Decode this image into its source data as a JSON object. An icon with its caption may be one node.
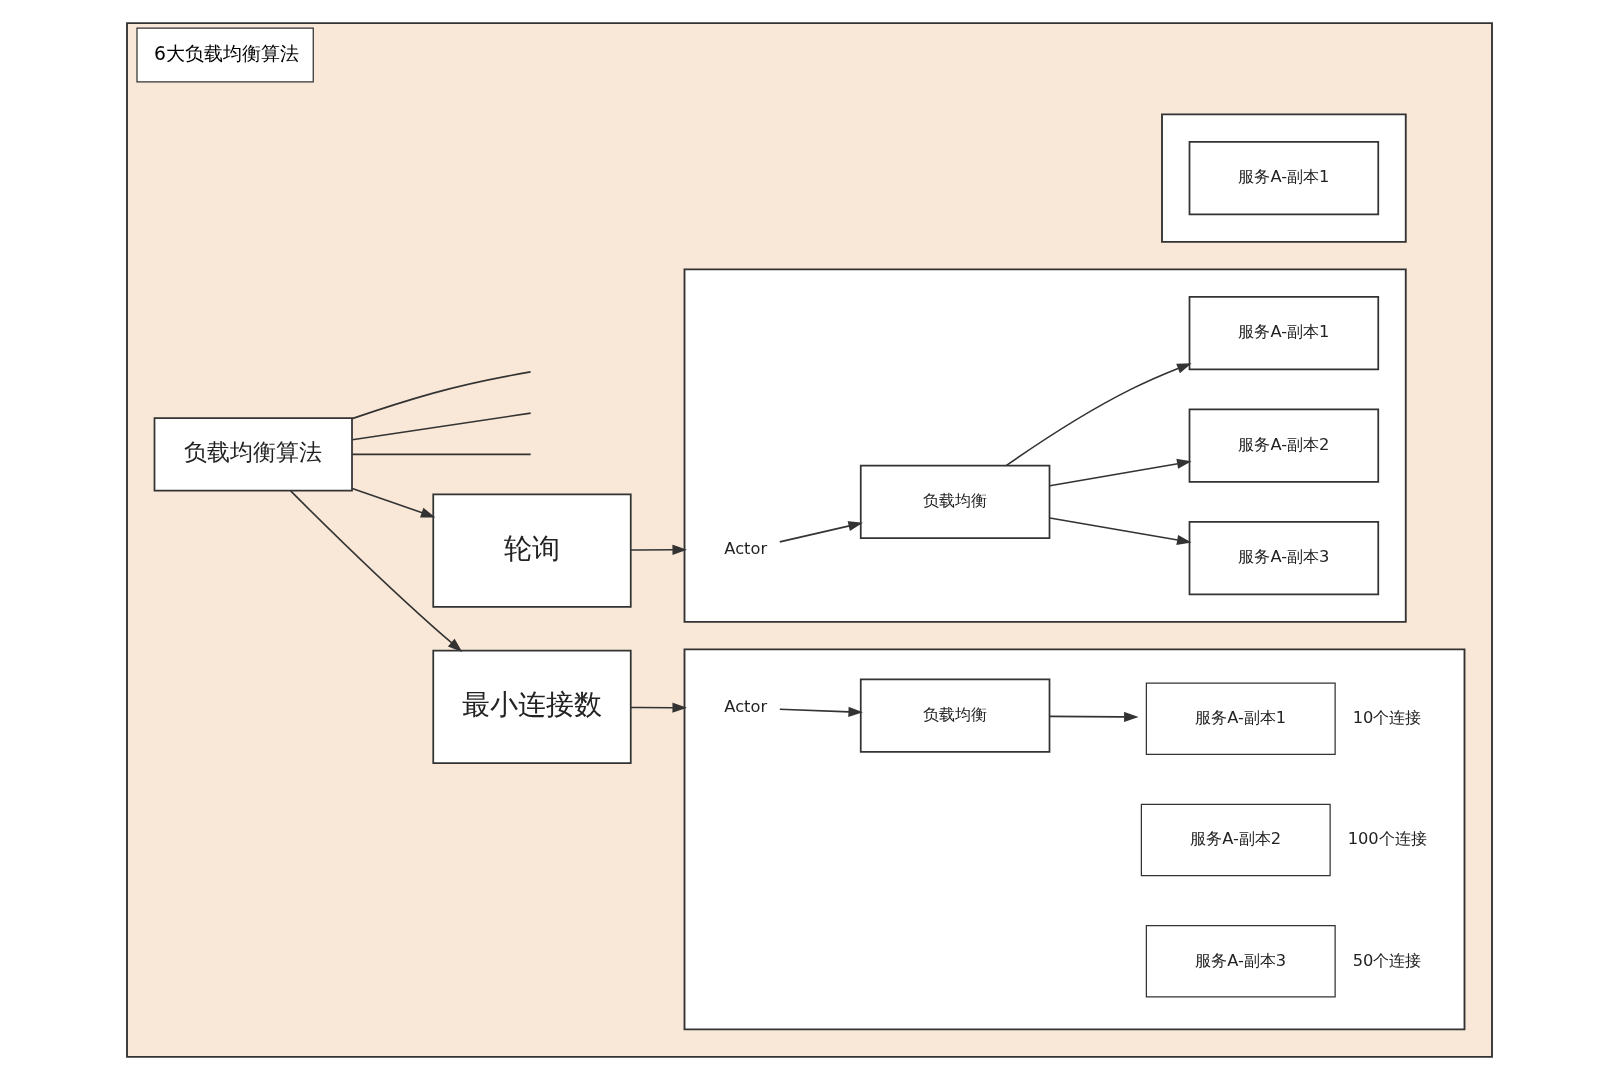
{
  "diagram": {
    "nodes": [
      {
        "text": [
          "6大负载均衡算法"
        ]
      },
      {
        "text": [
          "负载均衡算法"
        ],
        "in": 0
      },
      {
        "text": [
          "轮询"
        ],
        "in": 0
      },
      {
        "text": [
          "最小连接数"
        ],
        "in": 0
      },
      {
        "text": [],
        "shape": "box",
        "in": 0
      },
      {
        "text": [
          "Actor"
        ],
        "in": 4
      },
      {
        "text": [
          "负载均衡"
        ],
        "in": 4
      },
      {
        "text": [
          "服务A-副本1"
        ],
        "in": 4
      },
      {
        "text": [
          "服务A-副本2"
        ],
        "in": 4
      },
      {
        "text": [
          "服务A-副本3"
        ],
        "in": 4
      },
      {
        "text": [],
        "shape": "box",
        "in": 0
      },
      {
        "text": [
          "Actor"
        ],
        "in": 10
      },
      {
        "text": [
          "负载均衡"
        ],
        "in": 10
      },
      {
        "text": [
          "服务A-副本1"
        ],
        "beside": [
          "10个连接"
        ],
        "in": 10
      },
      {
        "text": [
          "服务A-副本2"
        ],
        "beside": [
          "100个连接"
        ],
        "in": 10
      },
      {
        "text": [
          "服务A-副本3"
        ],
        "beside": [
          "50个连接"
        ],
        "in": 10
      },
      {
        "text": [],
        "shape": "box",
        "in": 0
      },
      {
        "text": [
          "服务A-副本1"
        ],
        "in": 16
      }
    ],
    "edges": [
      {
        "from": 1,
        "to": 2,
        "arrow": "to"
      },
      {
        "from": 1,
        "to": 3,
        "arrow": "to"
      },
      {
        "from": 1,
        "to": null,
        "arrow": "none"
      },
      {
        "from": 1,
        "to": null,
        "arrow": "none"
      },
      {
        "from": 1,
        "to": null,
        "arrow": "none"
      },
      {
        "from": 2,
        "to": 4,
        "arrow": "to"
      },
      {
        "from": 3,
        "to": 10,
        "arrow": "to"
      },
      {
        "from": 5,
        "to": 6,
        "arrow": "to"
      },
      {
        "from": 6,
        "to": 7,
        "arrow": "to"
      },
      {
        "from": 6,
        "to": 8,
        "arrow": "to"
      },
      {
        "from": 6,
        "to": 9,
        "arrow": "to"
      },
      {
        "from": 11,
        "to": 12,
        "arrow": "to"
      },
      {
        "from": 12,
        "to": 13,
        "arrow": "to"
      }
    ]
  }
}
